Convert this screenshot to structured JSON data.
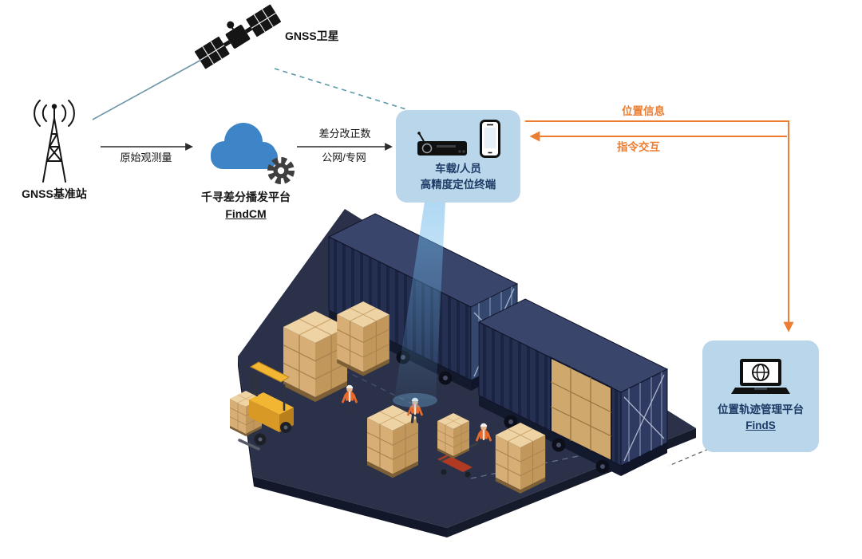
{
  "diagram": {
    "satellite": {
      "label": "GNSS卫星"
    },
    "base_station": {
      "label": "GNSS基准站"
    },
    "find_cm": {
      "title": "千寻差分播发平台",
      "name": "FindCM"
    },
    "terminal": {
      "line1": "车载/人员",
      "line2": "高精度定位终端"
    },
    "find_s": {
      "title": "位置轨迹管理平台",
      "name": "FindS"
    },
    "links": {
      "raw_observation": "原始观测量",
      "correction_top": "差分改正数",
      "correction_bottom": "公网/专网",
      "position_info": "位置信息",
      "command": "指令交互"
    }
  },
  "icons": {
    "satellite": "satellite-icon",
    "base_station": "radio-tower-icon",
    "cloud_platform": "cloud-gear-icon",
    "terminal_receiver": "gnss-receiver-icon",
    "terminal_phone": "smartphone-icon",
    "management_platform": "laptop-globe-icon",
    "scene": "warehouse-illustration"
  },
  "colors": {
    "bubble_fill": "#b9d6ea",
    "node_text": "#1e3a66",
    "edge_text": "#141414",
    "orange": "#ed7d31",
    "teal_link": "#5b99a8",
    "cloud_blue": "#3d85c6",
    "gear_gray": "#3f3f3f",
    "floor_navy": "#2a3149",
    "container_navy": "#252f52",
    "box_tan": "#d7ae75",
    "forklift_yellow": "#f2b632"
  }
}
